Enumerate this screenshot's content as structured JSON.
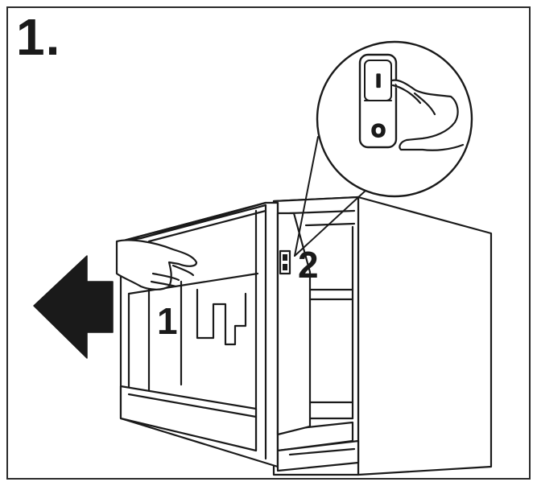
{
  "instruction": {
    "step_number": "1.",
    "callout_drawer": "1",
    "callout_switch": "2",
    "switch_on_symbol": "I",
    "switch_off_symbol": "O"
  },
  "colors": {
    "ink": "#1a1a1a",
    "arrow": "#1a1a1a",
    "background": "#ffffff"
  },
  "icons": [
    "pull-direction-arrow-icon",
    "hand-icon",
    "power-switch-icon"
  ]
}
